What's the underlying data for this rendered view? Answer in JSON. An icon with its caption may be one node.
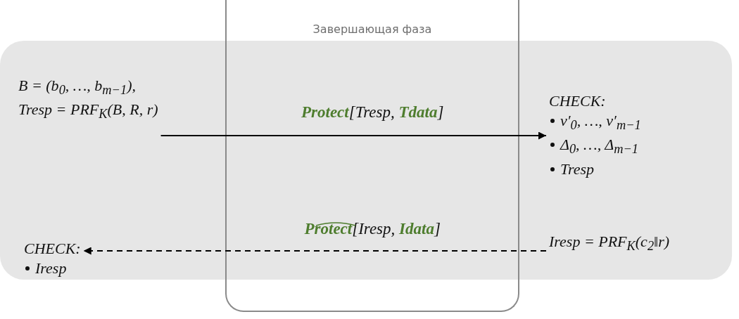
{
  "diagram": {
    "nodes": [
      {
        "text": [
          "B = (b$_{0}$, …, b$_{m−1}$),",
          "Tresp = PRF$_{K}$(B, R, r)"
        ]
      },
      {
        "text": [
          "CHECK:",
          "v′$_{0}$, …, v′$_{m−1}$",
          "Δ$_{0}$, …, Δ$_{m−1}$",
          "Tresp"
        ]
      },
      {
        "text": [
          "Iresp = PRF$_{K}$(c$_{2}$‖r)"
        ]
      },
      {
        "text": [
          "CHECK:",
          "Iresp"
        ]
      }
    ],
    "edges": [
      {
        "from": 0,
        "to": 1,
        "arrow": "to",
        "label": "**Protect**[Tresp, **Tdata**]"
      },
      {
        "from": 2,
        "to": 3,
        "arrow": "to",
        "style": "dashed",
        "label": "**Protect**[Iresp, **Idata**]"
      }
    ],
    "labels": [
      "Завершающая фаза"
    ]
  }
}
